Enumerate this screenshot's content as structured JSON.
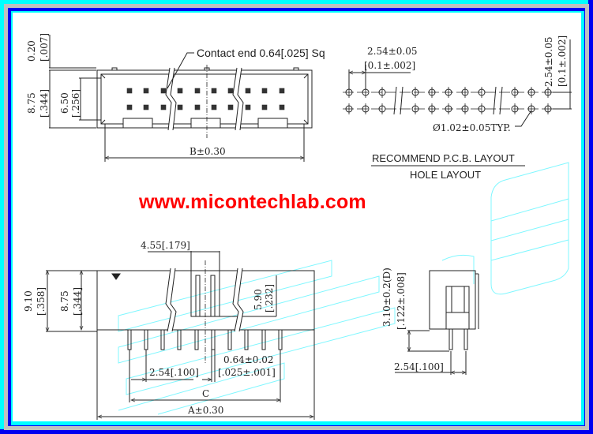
{
  "watermark": {
    "url": "www.micontechlab.com",
    "url_color": "#ff0000",
    "logo_color": "#7ff7ff"
  },
  "frame": {
    "outer_color": "#0000f0",
    "accent_color": "#00ffff",
    "bevel_color": "#c0c0c0"
  },
  "top_view": {
    "callout": "Contact end 0.64[.025] Sq",
    "dim_top_mm": "0.20",
    "dim_top_in": "[.007]",
    "dim_height_mm": "8.75",
    "dim_height_in": "[.344]",
    "dim_inner_mm": "6.50",
    "dim_inner_in": "[.256]",
    "dim_length": "B±0.30"
  },
  "pcb_layout": {
    "pitch_h_mm": "2.54±0.05",
    "pitch_h_in": "[0.1±.002]",
    "pitch_v_mm": "2.54±0.05",
    "pitch_v_in": "[0.1±.002]",
    "hole": "Ø1.02±0.05TYP.",
    "title": "RECOMMEND P.C.B. LAYOUT",
    "subtitle": "HOLE LAYOUT"
  },
  "front_view": {
    "key_width": "4.55[.179]",
    "dim_total_mm": "9.10",
    "dim_total_in": "[.358]",
    "dim_body_mm": "8.75",
    "dim_body_in": "[.344]",
    "dim_slot_mm": "5.90",
    "dim_slot_in": "[.232]",
    "pitch": "2.54[.100]",
    "pin_mm": "0.64±0.02",
    "pin_in": "[.025±.001]",
    "dim_c": "C",
    "dim_a": "A±0.30"
  },
  "side_view": {
    "tail_mm": "3.10±0.2(D)",
    "tail_in": "[.122±.008]",
    "pitch": "2.54[.100]"
  }
}
